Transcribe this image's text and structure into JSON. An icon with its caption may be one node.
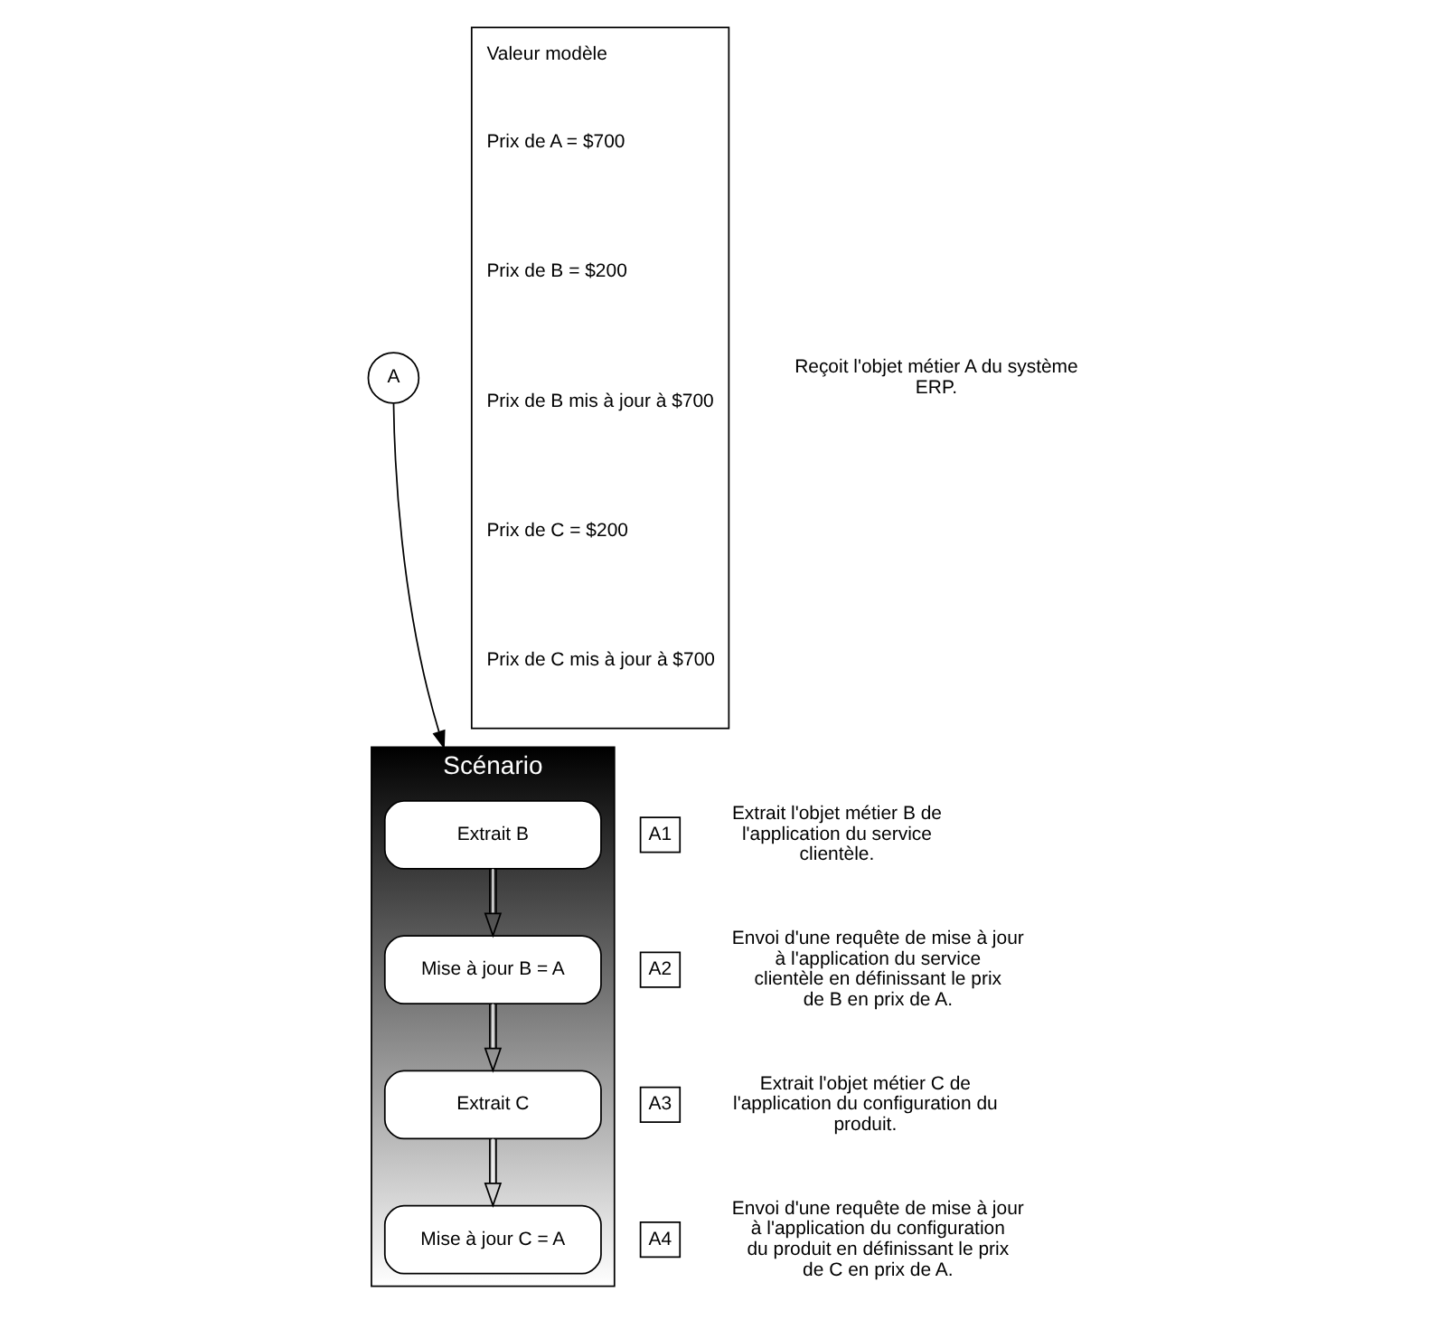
{
  "diagram": {
    "nodes": [
      {
        "text": [
          "A"
        ]
      },
      {
        "text": [
          "Scénario"
        ]
      },
      {
        "text": [
          "A1"
        ]
      },
      {
        "text": [
          "Extrait B"
        ],
        "in": 1
      },
      {
        "text": [
          "A2"
        ]
      },
      {
        "text": [
          "Mise à jour B = A"
        ],
        "in": 1
      },
      {
        "text": [
          "A3"
        ]
      },
      {
        "text": [
          "Extrait C"
        ],
        "in": 1
      },
      {
        "text": [
          "A4"
        ]
      },
      {
        "text": [
          "Mise à jour C = A"
        ],
        "in": 1
      },
      {
        "text": [
          "Valeur modèle",
          "Prix de A = $700",
          "Prix de B = $200",
          "Prix de B mis à jour à $700",
          "Prix de C = $200",
          "Prix de C mis à jour à $700"
        ]
      }
    ],
    "edges": [
      {
        "from": 0,
        "to": 1,
        "arrow": "to"
      },
      {
        "from": 3,
        "to": 5,
        "arrow": "to"
      },
      {
        "from": 5,
        "to": 7,
        "arrow": "to"
      },
      {
        "from": 7,
        "to": 9,
        "arrow": "to"
      }
    ],
    "labels": [
      "Reçoit l'objet métier A du système ERP.",
      "Extrait l'objet métier B de l'application du service clientèle.",
      "Envoi d'une requête de mise à jour à l'application du service clientèle en définissant le prix de B en prix de A.",
      "Extrait l'objet métier C de l'application du configuration du produit.",
      "Envoi d'une requête de mise à jour à l'application du configuration du produit en définissant le prix de C en prix de A."
    ]
  }
}
